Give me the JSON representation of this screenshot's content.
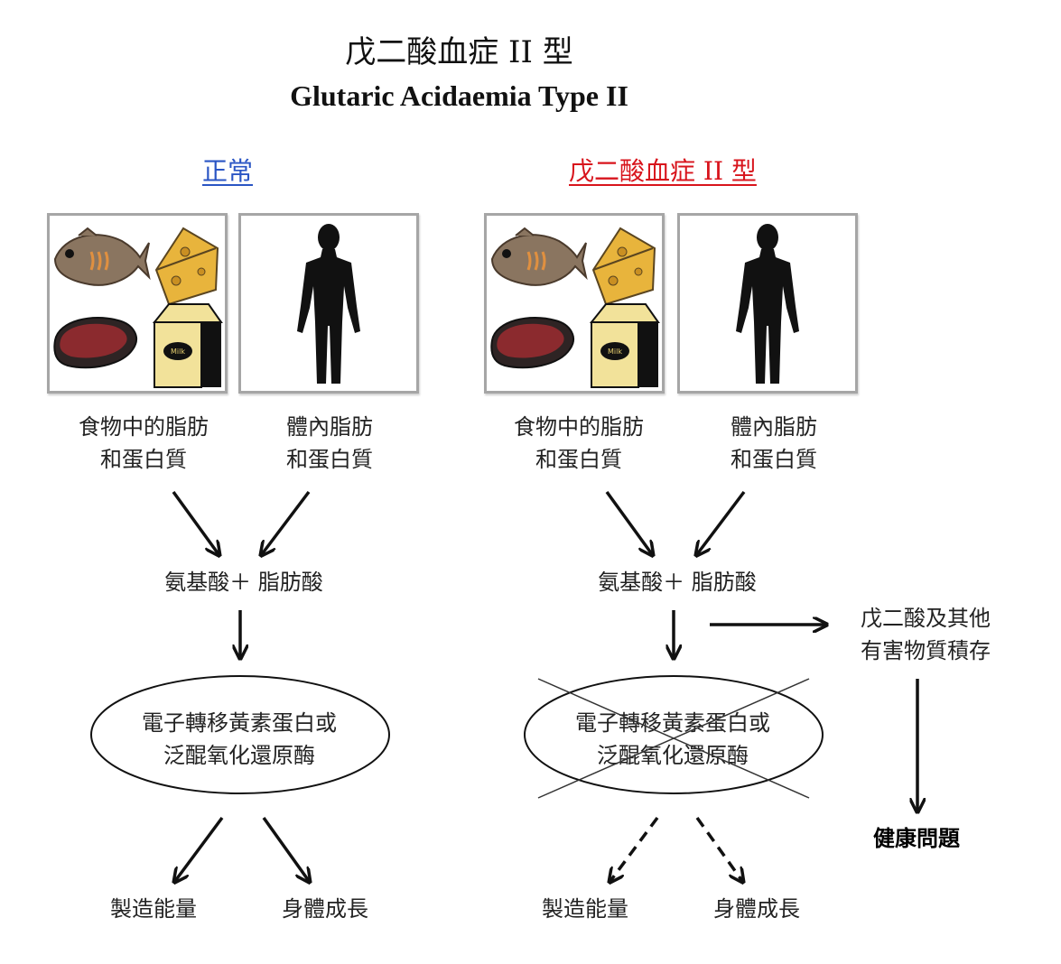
{
  "title": {
    "chinese": "戊二酸血症 II 型",
    "english": "Glutaric Acidaemia Type II"
  },
  "colors": {
    "normal_heading": "#2a55c4",
    "disease_heading": "#d8141c",
    "arrow": "#111111"
  },
  "normal": {
    "heading": "正常",
    "food_label_1": "食物中的脂肪",
    "food_label_2": "和蛋白質",
    "body_label_1": "體內脂肪",
    "body_label_2": "和蛋白質",
    "acids": "氨基酸＋ 脂肪酸",
    "enzyme_1": "電子轉移黃素蛋白或",
    "enzyme_2": "泛醌氧化還原酶",
    "outcome_energy": "製造能量",
    "outcome_growth": "身體成長"
  },
  "disease": {
    "heading": "戊二酸血症 II 型",
    "food_label_1": "食物中的脂肪",
    "food_label_2": "和蛋白質",
    "body_label_1": "體內脂肪",
    "body_label_2": "和蛋白質",
    "acids": "氨基酸＋ 脂肪酸",
    "enzyme_1": "電子轉移黃素蛋白或",
    "enzyme_2": "泛醌氧化還原酶",
    "outcome_energy": "製造能量",
    "outcome_growth": "身體成長",
    "accumulation_1": "戊二酸及其他",
    "accumulation_2": "有害物質積存",
    "health": "健康問題"
  },
  "milk_label": "Milk",
  "icons": [
    "fish-icon",
    "cheese-icon",
    "steak-icon",
    "milk-carton-icon",
    "human-silhouette-icon"
  ]
}
